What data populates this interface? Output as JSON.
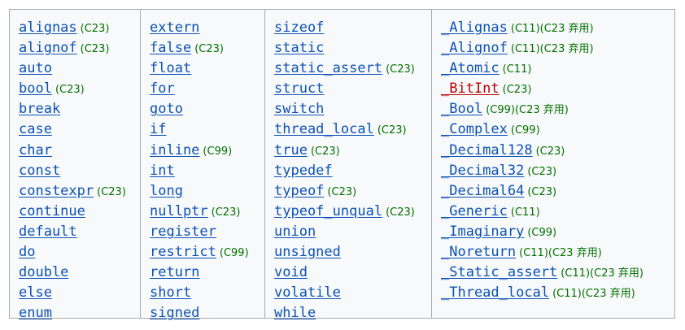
{
  "table": {
    "title": "C keywords reference table",
    "colors": {
      "link": "#0b52b5",
      "redlink": "#ba0000",
      "note": "#027000",
      "border": "#aaaaaa",
      "background": "#f8f9fa"
    },
    "columns": [
      {
        "name": "column-1",
        "rows": [
          {
            "keyword": "alignas",
            "note": "(C23)",
            "redlink": false
          },
          {
            "keyword": "alignof",
            "note": "(C23)",
            "redlink": false
          },
          {
            "keyword": "auto",
            "note": "",
            "redlink": false
          },
          {
            "keyword": "bool",
            "note": "(C23)",
            "redlink": false
          },
          {
            "keyword": "break",
            "note": "",
            "redlink": false
          },
          {
            "keyword": "case",
            "note": "",
            "redlink": false
          },
          {
            "keyword": "char",
            "note": "",
            "redlink": false
          },
          {
            "keyword": "const",
            "note": "",
            "redlink": false
          },
          {
            "keyword": "constexpr",
            "note": "(C23)",
            "redlink": false
          },
          {
            "keyword": "continue",
            "note": "",
            "redlink": false
          },
          {
            "keyword": "default",
            "note": "",
            "redlink": false
          },
          {
            "keyword": "do",
            "note": "",
            "redlink": false
          },
          {
            "keyword": "double",
            "note": "",
            "redlink": false
          },
          {
            "keyword": "else",
            "note": "",
            "redlink": false
          },
          {
            "keyword": "enum",
            "note": "",
            "redlink": false
          }
        ]
      },
      {
        "name": "column-2",
        "rows": [
          {
            "keyword": "extern",
            "note": "",
            "redlink": false
          },
          {
            "keyword": "false",
            "note": "(C23)",
            "redlink": false
          },
          {
            "keyword": "float",
            "note": "",
            "redlink": false
          },
          {
            "keyword": "for",
            "note": "",
            "redlink": false
          },
          {
            "keyword": "goto",
            "note": "",
            "redlink": false
          },
          {
            "keyword": "if",
            "note": "",
            "redlink": false
          },
          {
            "keyword": "inline",
            "note": "(C99)",
            "redlink": false
          },
          {
            "keyword": "int",
            "note": "",
            "redlink": false
          },
          {
            "keyword": "long",
            "note": "",
            "redlink": false
          },
          {
            "keyword": "nullptr",
            "note": "(C23)",
            "redlink": false
          },
          {
            "keyword": "register",
            "note": "",
            "redlink": false
          },
          {
            "keyword": "restrict",
            "note": "(C99)",
            "redlink": false
          },
          {
            "keyword": "return",
            "note": "",
            "redlink": false
          },
          {
            "keyword": "short",
            "note": "",
            "redlink": false
          },
          {
            "keyword": "signed",
            "note": "",
            "redlink": false
          }
        ]
      },
      {
        "name": "column-3",
        "rows": [
          {
            "keyword": "sizeof",
            "note": "",
            "redlink": false
          },
          {
            "keyword": "static",
            "note": "",
            "redlink": false
          },
          {
            "keyword": "static_assert",
            "note": "(C23)",
            "redlink": false
          },
          {
            "keyword": "struct",
            "note": "",
            "redlink": false
          },
          {
            "keyword": "switch",
            "note": "",
            "redlink": false
          },
          {
            "keyword": "thread_local",
            "note": "(C23)",
            "redlink": false
          },
          {
            "keyword": "true",
            "note": "(C23)",
            "redlink": false
          },
          {
            "keyword": "typedef",
            "note": "",
            "redlink": false
          },
          {
            "keyword": "typeof",
            "note": "(C23)",
            "redlink": false
          },
          {
            "keyword": "typeof_unqual",
            "note": "(C23)",
            "redlink": false
          },
          {
            "keyword": "union",
            "note": "",
            "redlink": false
          },
          {
            "keyword": "unsigned",
            "note": "",
            "redlink": false
          },
          {
            "keyword": "void",
            "note": "",
            "redlink": false
          },
          {
            "keyword": "volatile",
            "note": "",
            "redlink": false
          },
          {
            "keyword": "while",
            "note": "",
            "redlink": false
          }
        ]
      },
      {
        "name": "column-4",
        "rows": [
          {
            "keyword": "_Alignas",
            "note": "(C11)(C23 弃用)",
            "redlink": false
          },
          {
            "keyword": "_Alignof",
            "note": "(C11)(C23 弃用)",
            "redlink": false
          },
          {
            "keyword": "_Atomic",
            "note": "(C11)",
            "redlink": false
          },
          {
            "keyword": "_BitInt",
            "note": "(C23)",
            "redlink": true
          },
          {
            "keyword": "_Bool",
            "note": "(C99)(C23 弃用)",
            "redlink": false
          },
          {
            "keyword": "_Complex",
            "note": "(C99)",
            "redlink": false
          },
          {
            "keyword": "_Decimal128",
            "note": "(C23)",
            "redlink": false
          },
          {
            "keyword": "_Decimal32",
            "note": "(C23)",
            "redlink": false
          },
          {
            "keyword": "_Decimal64",
            "note": "(C23)",
            "redlink": false
          },
          {
            "keyword": "_Generic",
            "note": "(C11)",
            "redlink": false
          },
          {
            "keyword": "_Imaginary",
            "note": "(C99)",
            "redlink": false
          },
          {
            "keyword": "_Noreturn",
            "note": "(C11)(C23 弃用)",
            "redlink": false
          },
          {
            "keyword": "_Static_assert",
            "note": "(C11)(C23 弃用)",
            "redlink": false
          },
          {
            "keyword": "_Thread_local",
            "note": "(C11)(C23 弃用)",
            "redlink": false
          }
        ]
      }
    ]
  }
}
